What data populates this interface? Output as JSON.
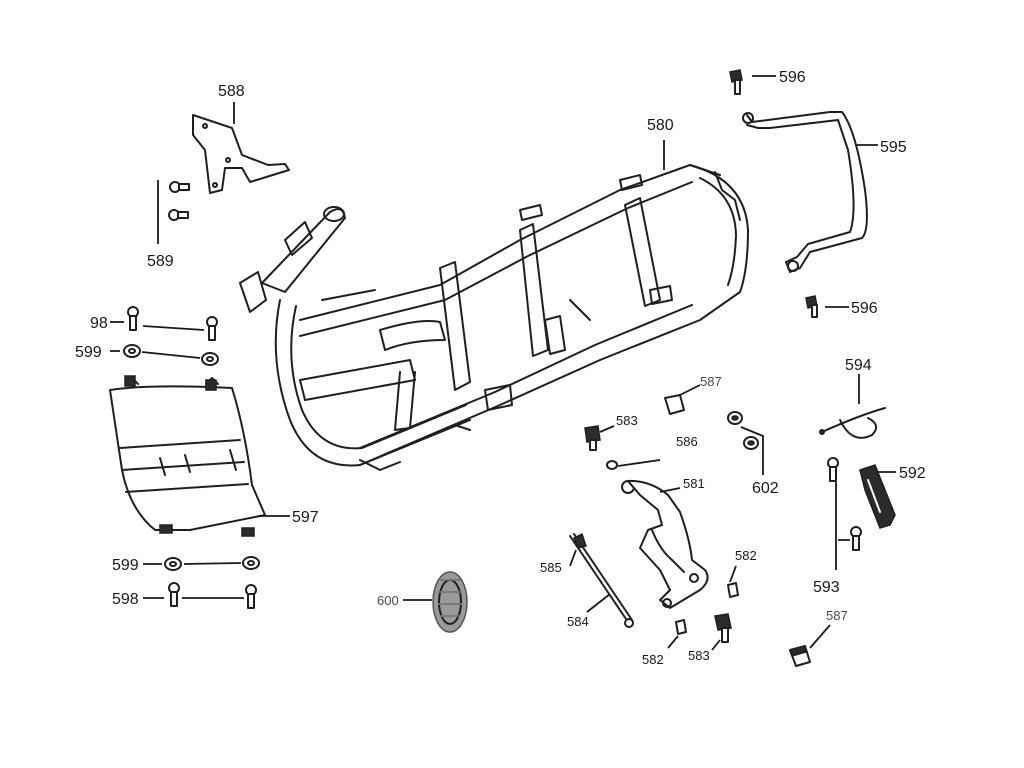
{
  "labels": {
    "p580": "580",
    "p581": "581",
    "p582a": "582",
    "p582b": "582",
    "p583a": "583",
    "p583b": "583",
    "p584": "584",
    "p585": "585",
    "p586": "586",
    "p587a": "587",
    "p587b": "587",
    "p588": "588",
    "p589": "589",
    "p592": "592",
    "p593": "593",
    "p594": "594",
    "p595": "595",
    "p596a": "596",
    "p596b": "596",
    "p597": "597",
    "p598a": "98",
    "p598b": "598",
    "p599a": "599",
    "p599b": "599",
    "p600": "600",
    "p602": "602"
  },
  "colors": {
    "line": "#1f1f1f",
    "background": "#ffffff"
  }
}
